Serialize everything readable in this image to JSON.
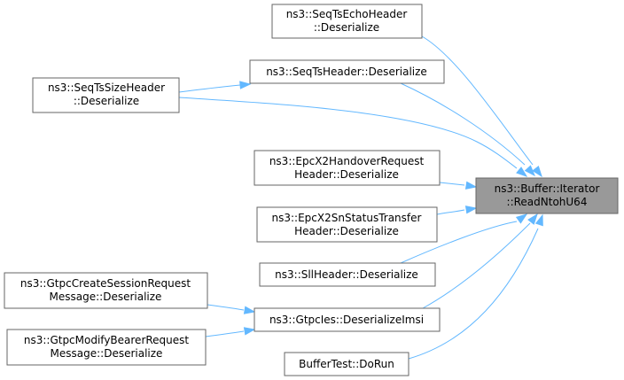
{
  "graph": {
    "focus": {
      "line1": "ns3::Buffer::Iterator",
      "line2": "::ReadNtohU64"
    },
    "nodes": [
      {
        "id": "seqts_echo",
        "line1": "ns3::SeqTsEchoHeader",
        "line2": "::Deserialize"
      },
      {
        "id": "seqts",
        "line1": "ns3::SeqTsHeader::Deserialize"
      },
      {
        "id": "seqts_size",
        "line1": "ns3::SeqTsSizeHeader",
        "line2": "::Deserialize"
      },
      {
        "id": "epc_handover",
        "line1": "ns3::EpcX2HandoverRequest",
        "line2": "Header::Deserialize"
      },
      {
        "id": "epc_snstatus",
        "line1": "ns3::EpcX2SnStatusTransfer",
        "line2": "Header::Deserialize"
      },
      {
        "id": "sll",
        "line1": "ns3::SllHeader::Deserialize"
      },
      {
        "id": "gtpc_create",
        "line1": "ns3::GtpcCreateSessionRequest",
        "line2": "Message::Deserialize"
      },
      {
        "id": "gtpc_ies",
        "line1": "ns3::GtpcIes::DeserializeImsi"
      },
      {
        "id": "gtpc_modify",
        "line1": "ns3::GtpcModifyBearerRequest",
        "line2": "Message::Deserialize"
      },
      {
        "id": "buffertest",
        "line1": "BufferTest::DoRun"
      }
    ],
    "edges": [
      {
        "from": "seqts_echo",
        "to": "focus"
      },
      {
        "from": "seqts",
        "to": "focus"
      },
      {
        "from": "seqts_size",
        "to": "seqts"
      },
      {
        "from": "seqts_size",
        "to": "focus"
      },
      {
        "from": "epc_handover",
        "to": "focus"
      },
      {
        "from": "epc_snstatus",
        "to": "focus"
      },
      {
        "from": "sll",
        "to": "focus"
      },
      {
        "from": "gtpc_ies",
        "to": "focus"
      },
      {
        "from": "gtpc_create",
        "to": "gtpc_ies"
      },
      {
        "from": "gtpc_modify",
        "to": "gtpc_ies"
      },
      {
        "from": "buffertest",
        "to": "focus"
      }
    ],
    "colors": {
      "edge": "#63b8ff",
      "node_border": "#666666",
      "focus_fill": "#999999"
    }
  }
}
